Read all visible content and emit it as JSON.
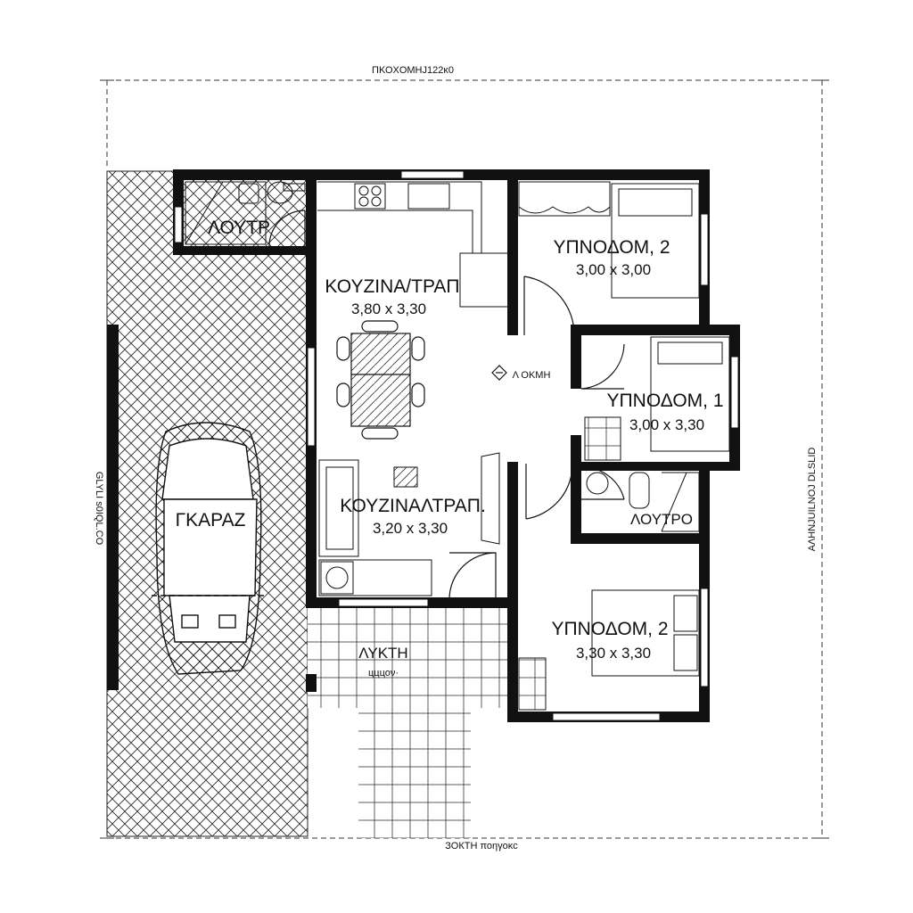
{
  "top_dimension": "ΠΚΟΧΟΜΗJ122κ0",
  "bottom_dimension": "ЗОКТН ποηγοκс",
  "left_dimension": "GLYLI s0IQL.CO",
  "right_dimension": "ΑΛΗΝJUILNOJ DLSLID",
  "rooms": [
    {
      "name": "ΛΟΥΤΡ",
      "size": ""
    },
    {
      "name": "ΚΟΥΖΙΝΑ/ΤΡΑΠ",
      "size": "3,80 x 3,30"
    },
    {
      "name": "ΥΠΝΟΔΟΜ, 2",
      "size": "3,00 x 3,00"
    },
    {
      "name": "Λ  ΟΚΜΗ",
      "size": ""
    },
    {
      "name": "ΥΠΝΟΔΟΜ, 1",
      "size": "3,00 x 3,30"
    },
    {
      "name": "ΚΟΥΖΙΝΑΛΤΡΑΠ.",
      "size": "3,20 x 3,30"
    },
    {
      "name": "ΛΟΥΤΡΟ",
      "size": ""
    },
    {
      "name": "ΓΚΑΡΑΖ",
      "size": ""
    },
    {
      "name": "ΥΠΝΟΔΟΜ, 2",
      "size": "3,30 x 3,30"
    },
    {
      "name": "ΛΥΚΤΗ",
      "size": "цццоν·"
    }
  ]
}
